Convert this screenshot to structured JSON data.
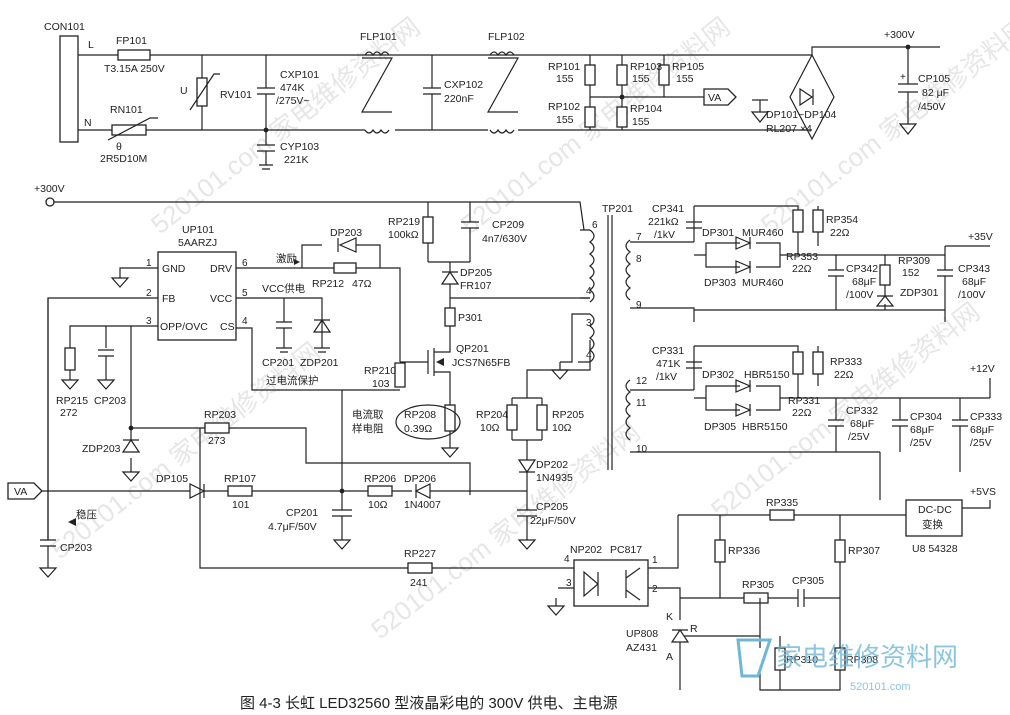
{
  "caption": "图 4-3   长虹 LED32560 型液晶彩电的 300V 供电、主电源",
  "watermark": {
    "repeat_text": "520101.com 家电维修资料网",
    "logo_text": "家电维修资料网",
    "logo_url": "520101.com"
  },
  "section1": {
    "con": "CON101",
    "L": "L",
    "N": "N",
    "fuse_ref": "FP101",
    "fuse_val": "T3.15A 250V",
    "ntc_ref": "RN101",
    "ntc_val": "2R5D10M",
    "theta": "θ",
    "U": "U",
    "varistor": "RV101",
    "cxp101_ref": "CXP101",
    "cxp101_v1": "474K",
    "cxp101_v2": "/275V~",
    "cyp103_ref": "CYP103",
    "cyp103_val": "221K",
    "flp101": "FLP101",
    "flp102": "FLP102",
    "cxp102_ref": "CXP102",
    "cxp102_val": "220nF",
    "rp101": "RP101",
    "rp101v": "155",
    "rp102": "RP102",
    "rp102v": "155",
    "rp103": "RP103",
    "rp103v": "155",
    "rp104": "RP104",
    "rp104v": "155",
    "rp105": "RP105",
    "rp105v": "155",
    "va": "VA",
    "bridge1": "DP101~DP104",
    "bridge2": "RL207 ×4",
    "v300": "+300V",
    "cp105": "CP105",
    "cp105v1": "82 μF",
    "cp105v2": "/450V",
    "plus": "+"
  },
  "section2": {
    "v300": "+300V",
    "up101": "UP101",
    "up101v": "5AARZJ",
    "gnd": "GND",
    "drv": "DRV",
    "fb": "FB",
    "vcc": "VCC",
    "opp": "OPP/OVC",
    "cs": "CS",
    "p1": "1",
    "p2": "2",
    "p3": "3",
    "p4": "4",
    "p5": "5",
    "p6": "6",
    "excite": "激励",
    "dp203": "DP203",
    "rp212": "RP212",
    "rp212v": "47Ω",
    "vccsupply": "VCC供电",
    "cp201a": "CP201",
    "zdp201": "ZDP201",
    "ocp": "过电流保护",
    "rp215": "RP215",
    "rp215v": "272",
    "cp203a": "CP203",
    "zdp203": "ZDP203",
    "rp203": "RP203",
    "rp203v": "273",
    "rp219": "RP219",
    "rp219v": "100kΩ",
    "cp209": "CP209",
    "cp209v": "4n7/630V",
    "dp205": "DP205",
    "dp205v": "FR107",
    "p301": "P301",
    "qp201": "QP201",
    "qp201v": "JCS7N65FB",
    "rp210": "RP210",
    "rp210v": "103",
    "sense1": "电流取",
    "sense2": "样电阻",
    "rp208": "RP208",
    "rp208v": "0.39Ω",
    "rp204": "RP204",
    "rp204v": "10Ω",
    "rp205": "RP205",
    "rp205v": "10Ω",
    "dp202": "DP202",
    "dp202v": "1N4935",
    "cp205": "CP205",
    "cp205v": "22μF/50V",
    "va": "VA",
    "dp105": "DP105",
    "rp107": "RP107",
    "rp107v": "101",
    "rp206": "RP206",
    "rp206v": "10Ω",
    "dp206": "DP206",
    "dp206v": "1N4007",
    "cp201b": "CP201",
    "cp201bv": "4.7μF/50V",
    "regulate": "稳压",
    "cp203b": "CP203",
    "rp227": "RP227",
    "rp227v": "241",
    "np202": "NP202",
    "np202v": "PC817",
    "n1": "1",
    "n2": "2",
    "n3": "3",
    "n4": "4"
  },
  "transformer": {
    "tp201": "TP201",
    "t6": "6",
    "t4a": "4",
    "t3": "3",
    "t4b": "4",
    "t7": "7",
    "t8": "8",
    "t9": "9",
    "t11": "11",
    "t12": "12",
    "t10": "10"
  },
  "secondary": {
    "cp341": "CP341",
    "cp341v1": "221kΩ",
    "cp341v2": "/1kV",
    "rp354": "RP354",
    "rp354v": "22Ω",
    "dp301": "DP301",
    "dp301v": "MUR460",
    "dp303": "DP303",
    "dp303v": "MUR460",
    "rp353": "RP353",
    "rp353v": "22Ω",
    "cp342": "CP342",
    "cp342v1": "68μF",
    "cp342v2": "/100V",
    "rp309": "RP309",
    "rp309v": "152",
    "zdp301": "ZDP301",
    "cp343": "CP343",
    "cp343v1": "68μF",
    "cp343v2": "/100V",
    "v35": "+35V",
    "cp331": "CP331",
    "cp331v1": "471K",
    "cp331v2": "/1kV",
    "rp333": "RP333",
    "rp333v": "22Ω",
    "dp302": "DP302",
    "dp302v": "HBR5150",
    "dp305": "DP305",
    "dp305v": "HBR5150",
    "rp331": "RP331",
    "rp331v": "22Ω",
    "cp332": "CP332",
    "cp332v1": "68μF",
    "cp332v2": "/25V",
    "cp304": "CP304",
    "cp304v1": "68μF",
    "cp304v2": "/25V",
    "cp333": "CP333",
    "cp333v1": "68μF",
    "cp333v2": "/25V",
    "v12": "+12V",
    "v5": "+5VS",
    "dcdc1": "DC-DC",
    "dcdc2": "变换",
    "u8": "U8 54328",
    "rp335": "RP335",
    "rp336": "RP336",
    "rp307": "RP307",
    "rp305": "RP305",
    "cp305": "CP305",
    "up808": "UP808",
    "up808v": "AZ431",
    "k": "K",
    "r": "R",
    "a": "A",
    "rp310": "RP310",
    "rp308": "RP308"
  }
}
